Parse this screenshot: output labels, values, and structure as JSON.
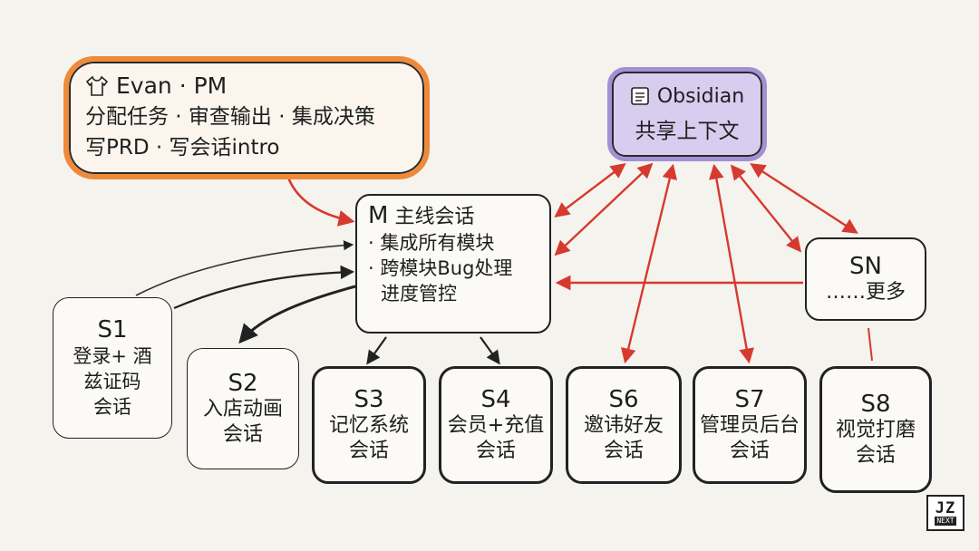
{
  "colors": {
    "pm_border": "#ee8a3a",
    "obsidian_fill": "#d9cdef",
    "obsidian_border": "#a58fd4",
    "arrow_red": "#d63a2e",
    "ink": "#222222"
  },
  "pm": {
    "icon": "shirt-icon",
    "title": "Evan · PM",
    "line1": "分配任务 · 审查输出 · 集成决策",
    "line2": "写PRD · 写会话intro"
  },
  "obsidian": {
    "icon": "note-icon",
    "name": "Obsidian",
    "subtitle": "共享上下文"
  },
  "main": {
    "letter": "M",
    "title": "主线会话",
    "line1": "· 集成所有模块",
    "line2": "· 跨模块Bug处理",
    "line3": "进度管控"
  },
  "sn": {
    "id": "SN",
    "label": "……更多"
  },
  "sessions": {
    "s1": {
      "id": "S1",
      "line1": "登录+ 酒",
      "line2": "兹证码",
      "line3": "会话"
    },
    "s2": {
      "id": "S2",
      "line1": "入店动画",
      "line2": "会话"
    },
    "s3": {
      "id": "S3",
      "line1": "记忆系统",
      "line2": "会话"
    },
    "s4": {
      "id": "S4",
      "line1": "会员+充值",
      "line2": "会话"
    },
    "s6": {
      "id": "S6",
      "line1": "邀讳好友",
      "line2": "会话"
    },
    "s7": {
      "id": "S7",
      "line1": "管理员后台",
      "line2": "会话"
    },
    "s8": {
      "id": "S8",
      "line1": "视觉打磨",
      "line2": "会话"
    }
  },
  "logo": {
    "mark": "JZ",
    "sub": "NEXT"
  }
}
